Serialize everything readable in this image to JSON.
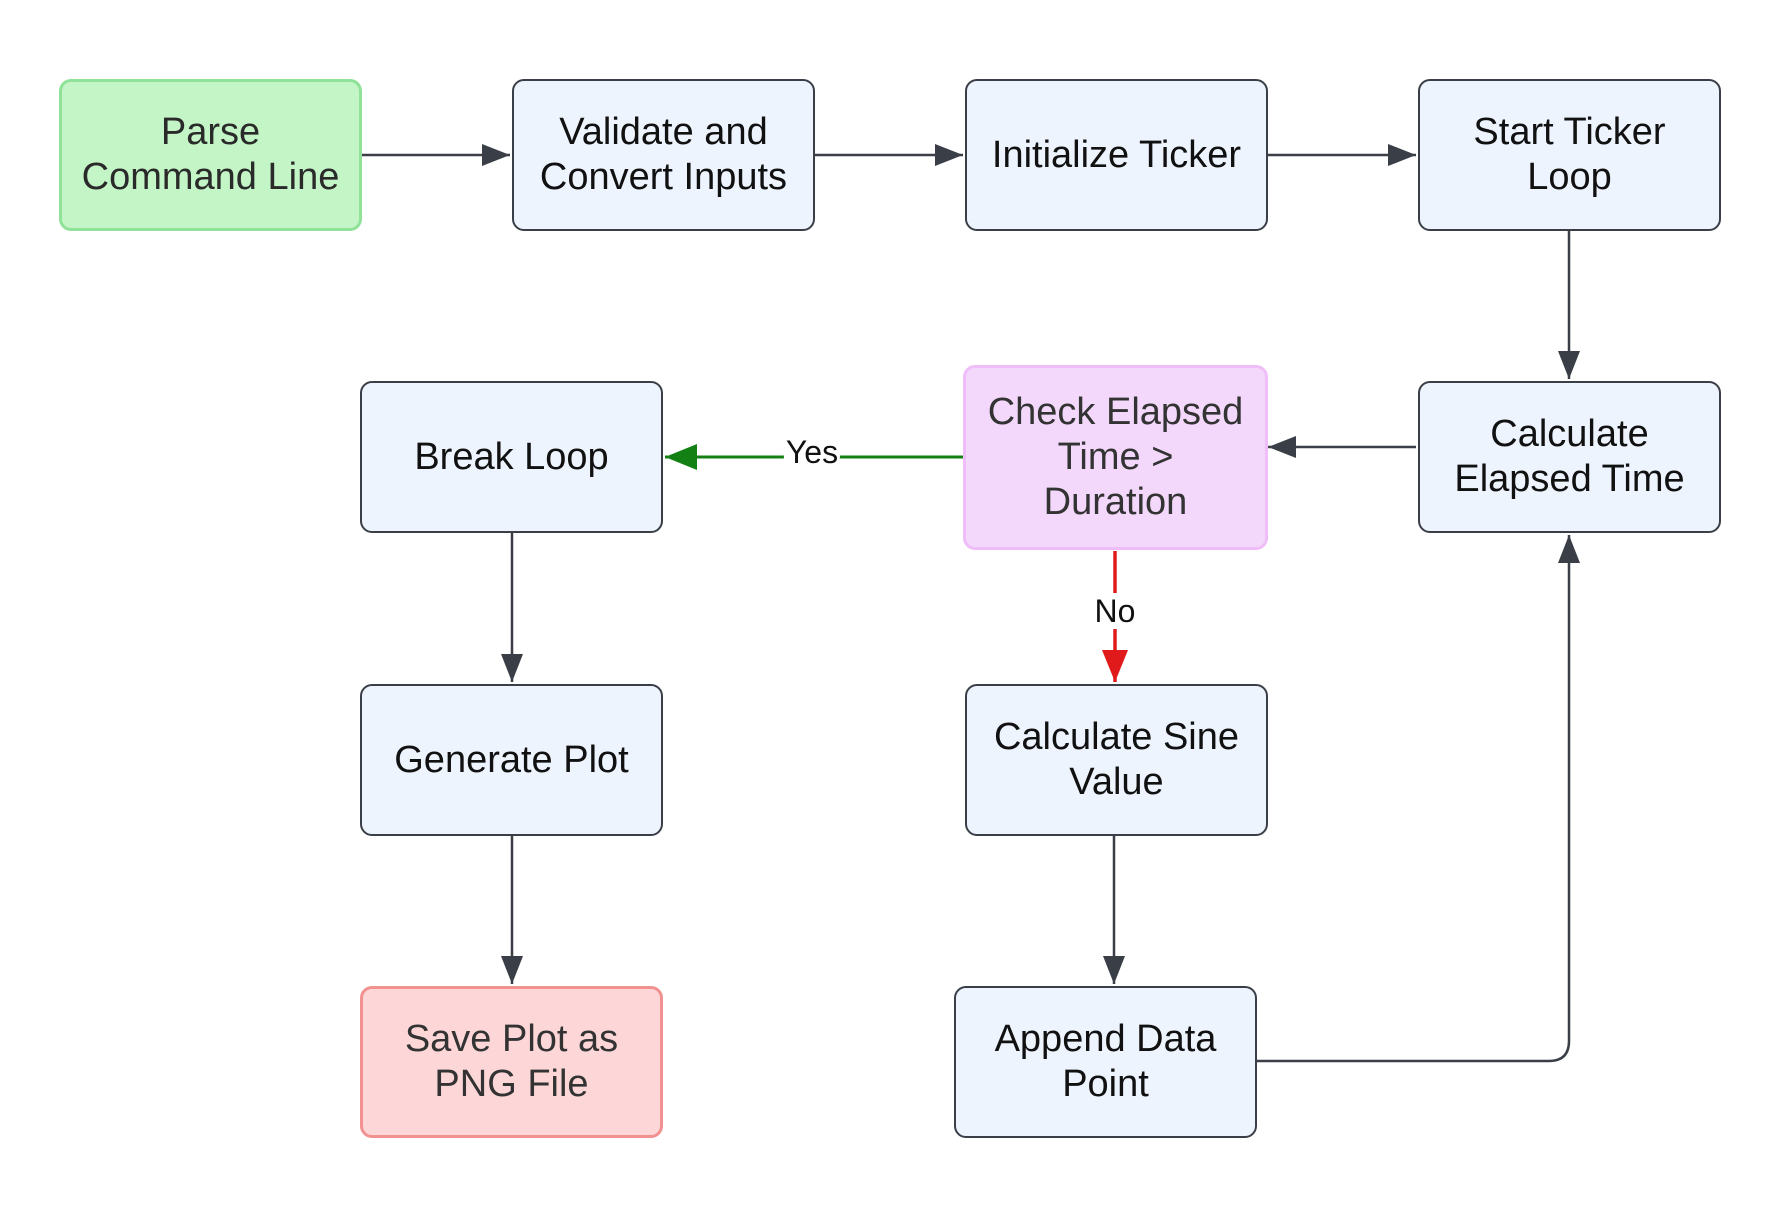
{
  "nodes": {
    "parse": "Parse\nCommand Line",
    "validate": "Validate and\nConvert Inputs",
    "init": "Initialize Ticker",
    "start": "Start Ticker\nLoop",
    "calc_elapsed": "Calculate\nElapsed Time",
    "check": "Check Elapsed\nTime >\nDuration",
    "break_loop": "Break Loop",
    "generate": "Generate Plot",
    "save": "Save Plot as\nPNG File",
    "sine": "Calculate Sine\nValue",
    "append": "Append Data\nPoint"
  },
  "edges": {
    "yes_label": "Yes",
    "no_label": "No"
  },
  "colors": {
    "edge_default": "#3a3f47",
    "edge_yes": "#128012",
    "edge_no": "#e01a1a"
  }
}
